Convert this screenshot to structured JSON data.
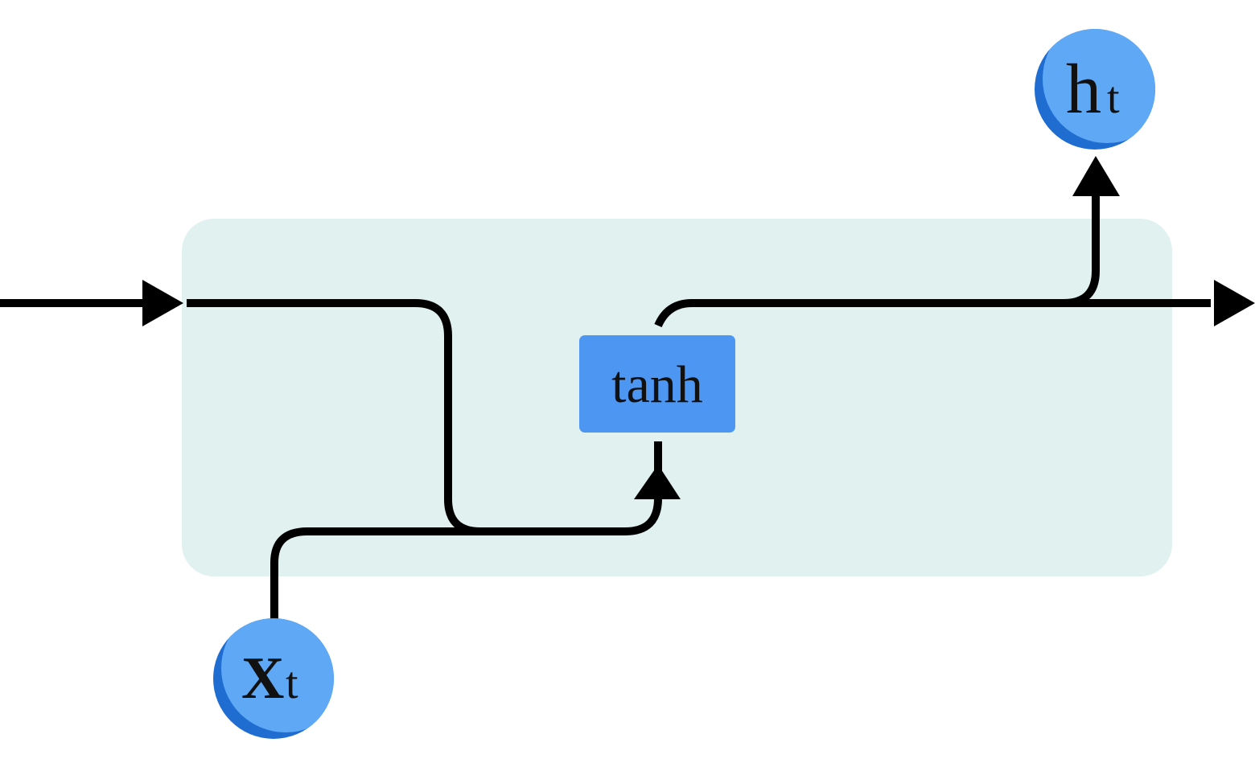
{
  "diagram": {
    "title": "RNN cell",
    "colors": {
      "cell_background": "#e1f1f0",
      "node_fill": "#5ea8f5",
      "node_shadow": "#1f6dd1",
      "tanh_fill": "#4d97f3",
      "line": "#000000"
    },
    "nodes": {
      "input": {
        "main": "X",
        "sub": "t"
      },
      "output": {
        "main": "h",
        "sub": "t"
      },
      "activation": {
        "label": "tanh"
      }
    }
  }
}
